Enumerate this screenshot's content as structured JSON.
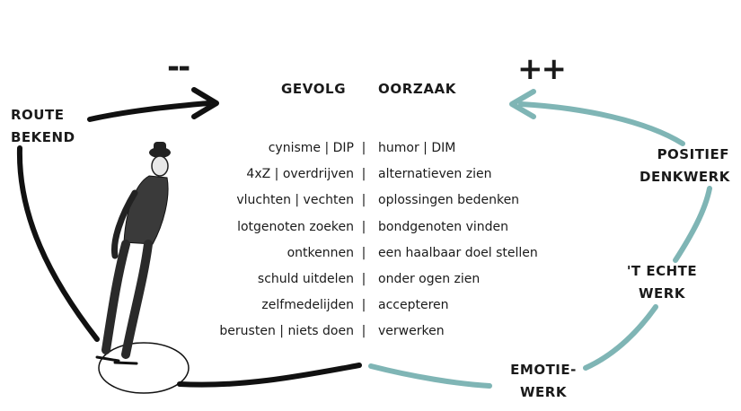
{
  "colors": {
    "dark": "#111111",
    "teal": "#7fb5b5"
  },
  "icons": {
    "skater": "skater-illustration"
  },
  "marks": {
    "minus": "--",
    "plus": "++"
  },
  "labels": {
    "route": [
      "ROUTE",
      "BEKEND"
    ],
    "positief": [
      "POSITIEF",
      "DENKWERK"
    ],
    "echte": [
      "'T ECHTE",
      "WERK"
    ],
    "emotie": [
      "EMOTIE-",
      "WERK"
    ]
  },
  "headers": {
    "gevolg": "GEVOLG",
    "oorzaak": "OORZAAK"
  },
  "separator": "|",
  "rows": [
    {
      "gevolg": "cynisme | DIP",
      "oorzaak": "humor | DIM"
    },
    {
      "gevolg": "4xZ | overdrijven",
      "oorzaak": "alternatieven zien"
    },
    {
      "gevolg": "vluchten | vechten",
      "oorzaak": "oplossingen bedenken"
    },
    {
      "gevolg": "lotgenoten zoeken",
      "oorzaak": "bondgenoten vinden"
    },
    {
      "gevolg": "ontkennen",
      "oorzaak": "een haalbaar doel stellen"
    },
    {
      "gevolg": "schuld uitdelen",
      "oorzaak": "onder ogen zien"
    },
    {
      "gevolg": "zelfmedelijden",
      "oorzaak": "accepteren"
    },
    {
      "gevolg": "berusten | niets doen",
      "oorzaak": "verwerken"
    }
  ]
}
